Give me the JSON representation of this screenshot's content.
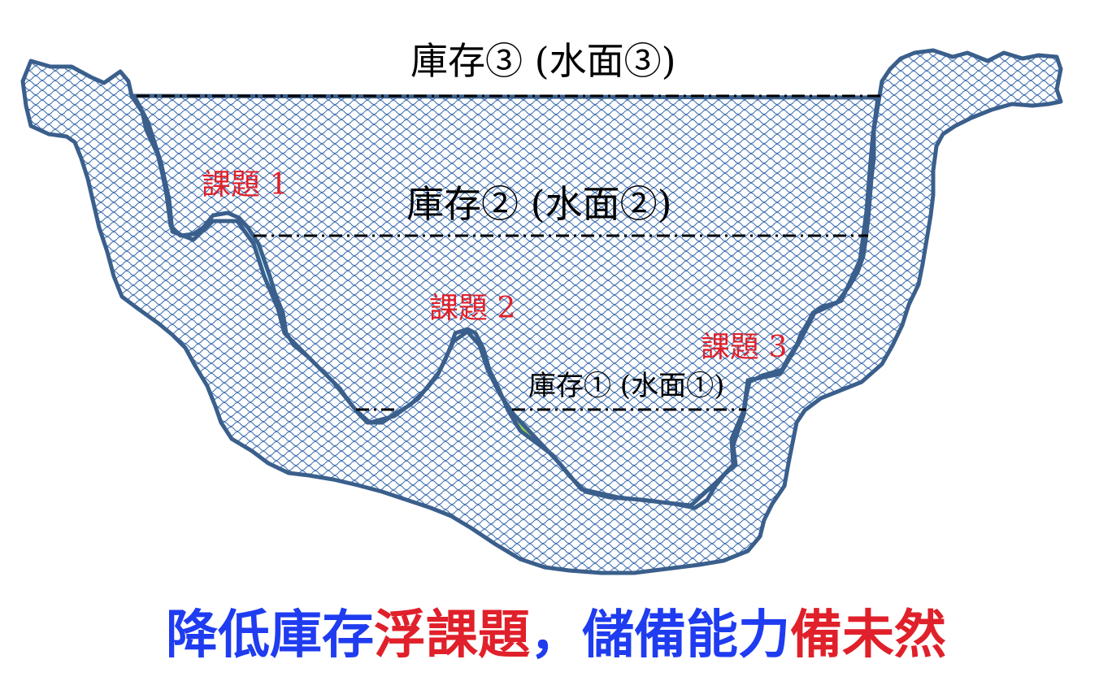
{
  "levels": {
    "level3": "庫存③ (水面③)",
    "level2": "庫存② (水面②)",
    "level1": "庫存① (水面①)"
  },
  "issues": {
    "issue1": "課題 1",
    "issue2": "課題 2",
    "issue3": "課題 3"
  },
  "slogan": {
    "part1": "降低庫存",
    "part2": "浮課題",
    "part3": "，儲備能力",
    "part4": "備未然"
  },
  "colors": {
    "level3_band": "#ffff14",
    "level2_band": "#ccffff",
    "level1_water": "#92d050",
    "rock_outline": "#3a5f8c",
    "issue_text": "#e0202a",
    "slogan_blue": "#1f3cf0",
    "slogan_red": "#e0202a"
  }
}
